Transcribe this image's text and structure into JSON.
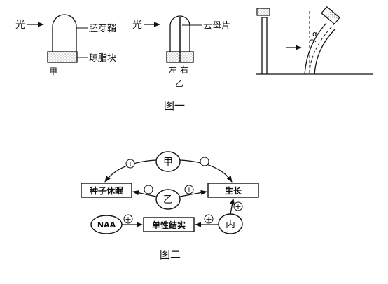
{
  "figure1": {
    "jia": {
      "light_label": "光",
      "coleoptile_label": "胚芽鞘",
      "agar_label": "琼脂块",
      "panel_label": "甲"
    },
    "yi": {
      "light_label": "光",
      "mica_label": "云母片",
      "left_label": "左",
      "right_label": "右",
      "panel_label": "乙"
    },
    "bend_panel": {
      "angle_label": "α"
    },
    "caption": "图一"
  },
  "figure2": {
    "nodes": {
      "jia": "甲",
      "yi": "乙",
      "bing": "丙",
      "naa": "NAA",
      "dormancy": "种子休眠",
      "growth": "生长",
      "parthenocarpy": "单性结实"
    },
    "effects": {
      "jia_to_dormancy": "+",
      "jia_to_growth": "−",
      "yi_to_dormancy": "−",
      "yi_to_growth": "+",
      "naa_to_parthenocarpy": "+",
      "bing_to_parthenocarpy": "+",
      "bing_to_growth": "+"
    },
    "caption": "图二"
  }
}
